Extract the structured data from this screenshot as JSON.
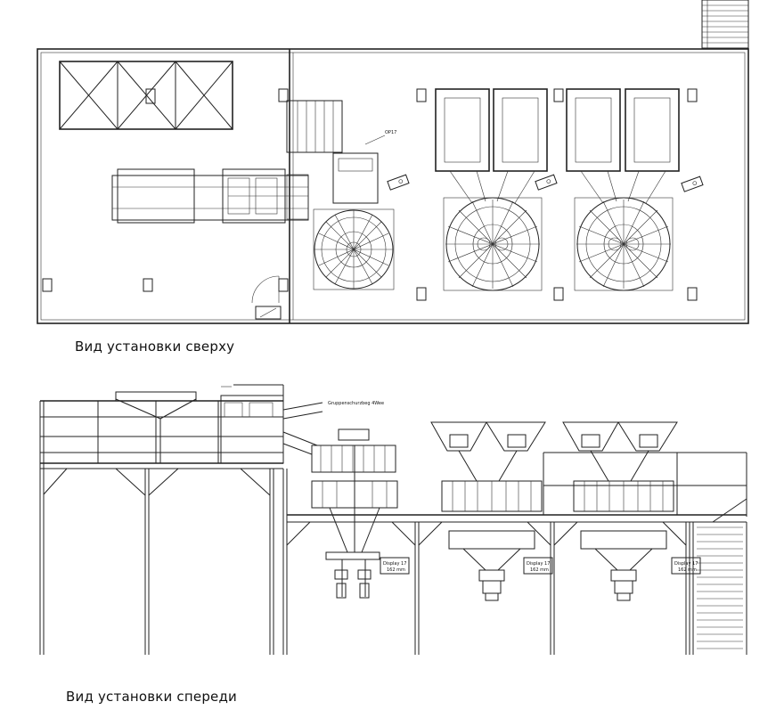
{
  "captions": {
    "top_view": "Вид установки сверху",
    "front_view": "Вид установки спереди"
  },
  "labels": {
    "op_tag": "OP17",
    "collector_label": "Gruppenschurzbeg 4Wee",
    "display_label": "Display 17",
    "display_sub": "162 mm"
  }
}
